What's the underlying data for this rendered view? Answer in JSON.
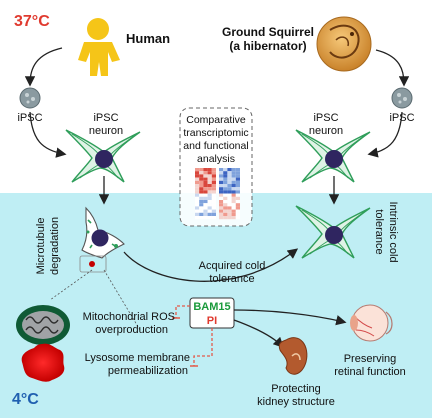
{
  "temps": {
    "warm": "37°C",
    "cold": "4°C"
  },
  "organisms": {
    "human": "Human",
    "squirrel_line1": "Ground Squirrel",
    "squirrel_line2": "(a hibernator)"
  },
  "ipsc": {
    "left_cell": "iPSC",
    "left_neuron_1": "iPSC",
    "left_neuron_2": "neuron",
    "right_cell": "iPSC",
    "right_neuron_1": "iPSC",
    "right_neuron_2": "neuron"
  },
  "analysis_box": [
    "Comparative",
    "transcriptomic",
    "and functional",
    "analysis"
  ],
  "side_labels": {
    "left_1": "Microtubule",
    "left_2": "degradation",
    "right_1": "Intrinsic cold",
    "right_2": "tolerance"
  },
  "acquired": [
    "Acquired cold",
    "tolerance"
  ],
  "drugs": {
    "bam15": "BAM15",
    "pi": "PI"
  },
  "problems": {
    "mito_1": "Mitochondrial ROS",
    "mito_2": "overproduction",
    "lyso_1": "Lysosome membrane",
    "lyso_2": "permeabilization"
  },
  "outcomes": {
    "kidney_1": "Protecting",
    "kidney_2": "kidney structure",
    "retina_1": "Preserving",
    "retina_2": "retinal function"
  },
  "colors": {
    "cold_bg": "#bfeef4",
    "warm_temp": "#e03a2f",
    "cold_temp": "#1f5fb0",
    "bam15": "#1a9a3a",
    "pi": "#e03a2f",
    "inhibit": "#e25a4a",
    "neuron_body": "#2f2560",
    "neuron_fiber": "#2f9e5a",
    "human": "#f5c518",
    "squirrel": "#d99a3c"
  },
  "icons": [
    "human-figure-icon",
    "squirrel-icon",
    "ipsc-colony-icon",
    "neuron-icon",
    "heatmap-icon",
    "mitochondrion-icon",
    "lysosome-icon",
    "kidney-icon",
    "eye-icon"
  ]
}
